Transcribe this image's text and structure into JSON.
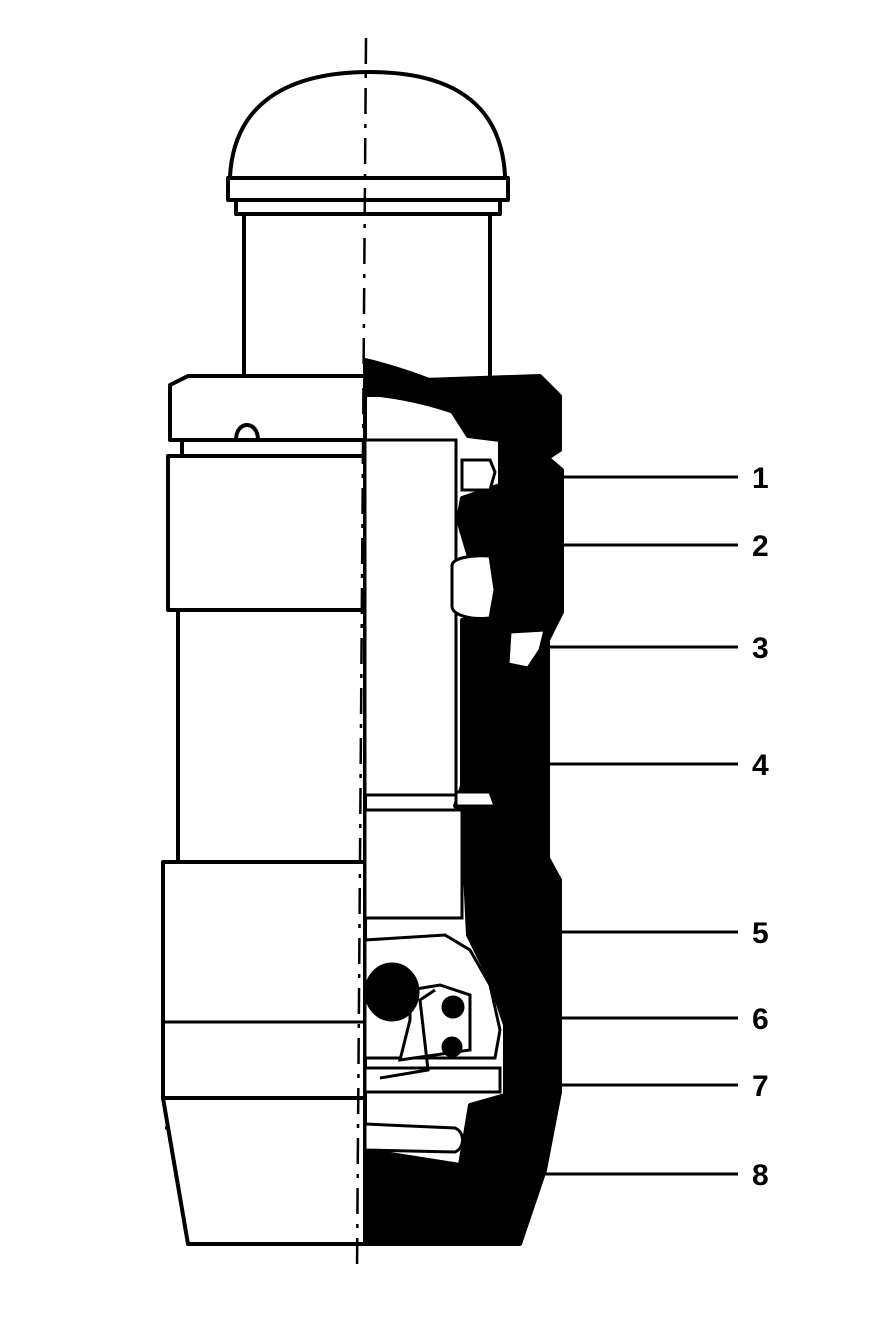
{
  "diagram": {
    "callouts": [
      {
        "number": "1"
      },
      {
        "number": "2"
      },
      {
        "number": "3"
      },
      {
        "number": "4"
      },
      {
        "number": "5"
      },
      {
        "number": "6"
      },
      {
        "number": "7"
      },
      {
        "number": "8"
      }
    ]
  },
  "colors": {
    "ink": "#000000",
    "paper": "#ffffff"
  }
}
